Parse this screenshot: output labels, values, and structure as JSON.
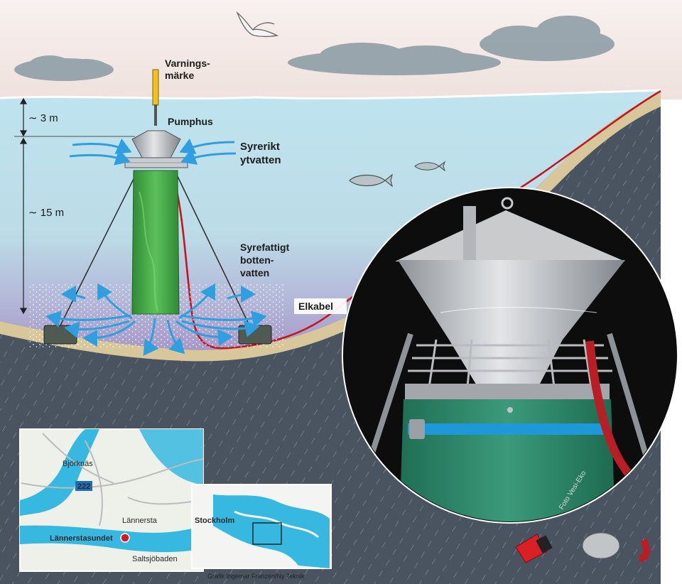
{
  "labels": {
    "warning_marker": [
      "Varnings-",
      "märke"
    ],
    "pump_house": "Pumphus",
    "oxygen_rich": [
      "Syrerikt",
      "ytvatten"
    ],
    "oxygen_poor": [
      "Syrefattigt",
      "botten-",
      "vatten"
    ],
    "cable": "Elkabel",
    "depth_top": "3 m",
    "depth_main": "15 m"
  },
  "photo_credit": "Foto Vesi-Eko",
  "map": {
    "places": {
      "bjorknas": "Björknäs",
      "road": "222",
      "lannersta": "Lännersta",
      "sound": "Lännerstasundet",
      "saltsjobaden": "Saltsjöbaden"
    },
    "inset_city": "Stockholm"
  },
  "credit": "Grafik Ingemar Franzén/Ny Teknik",
  "colors": {
    "sky": "#f1e6e3",
    "water_top": "#bfe4ef",
    "water_bottom": "#a89ccc",
    "seabed": "#4a5461",
    "sand": "#d8c79b",
    "arrow": "#2f9fe0",
    "cable": "#c4161c",
    "tube": "#3a9c42",
    "map_water": "#36b8e0"
  }
}
